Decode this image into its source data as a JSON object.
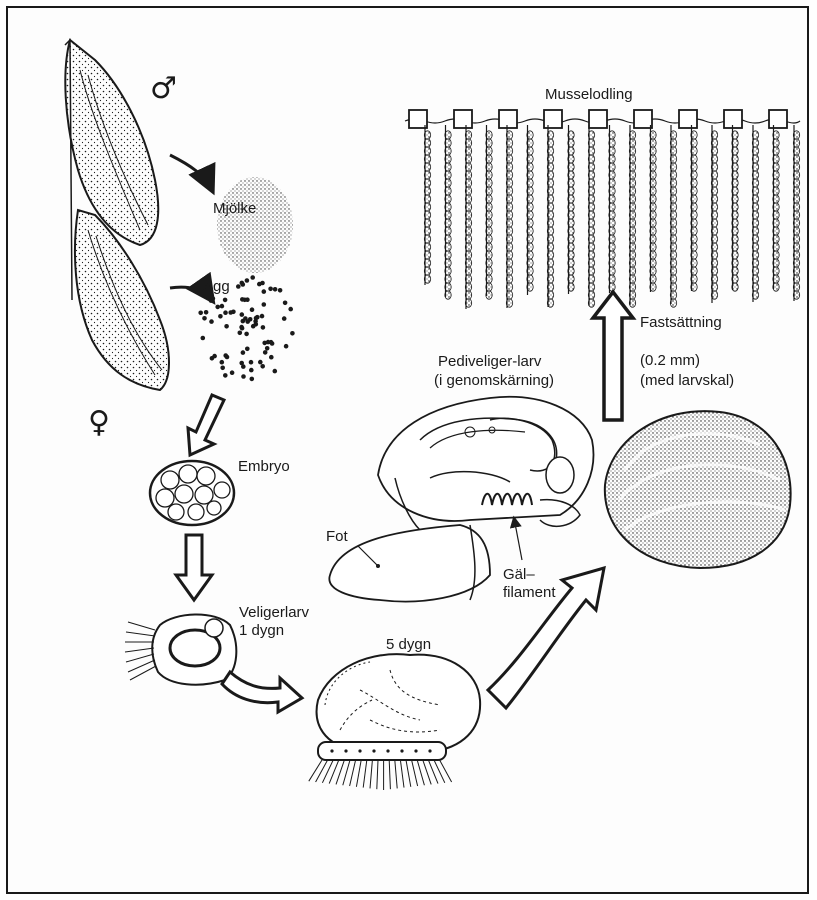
{
  "symbols": {
    "male": "♂",
    "female": "♀"
  },
  "labels": {
    "milt": "Mjölke",
    "egg": "Ägg",
    "embryo": "Embryo",
    "veliger_line1": "Veligerlarv",
    "veliger_line2": "1 dygn",
    "five_days": "5 dygn",
    "foot": "Fot",
    "gill_line1": "Gäl–",
    "gill_line2": "filament",
    "pediveliger_line1": "Pediveliger-larv",
    "pediveliger_line2": "(i genomskärning)",
    "settlement": "Fastsättning",
    "size_line1": "(0.2 mm)",
    "size_line2": "(med larvskal)",
    "farming": "Musselodling"
  },
  "colors": {
    "ink": "#1a1a1a",
    "paper": "#fdfdfd"
  }
}
